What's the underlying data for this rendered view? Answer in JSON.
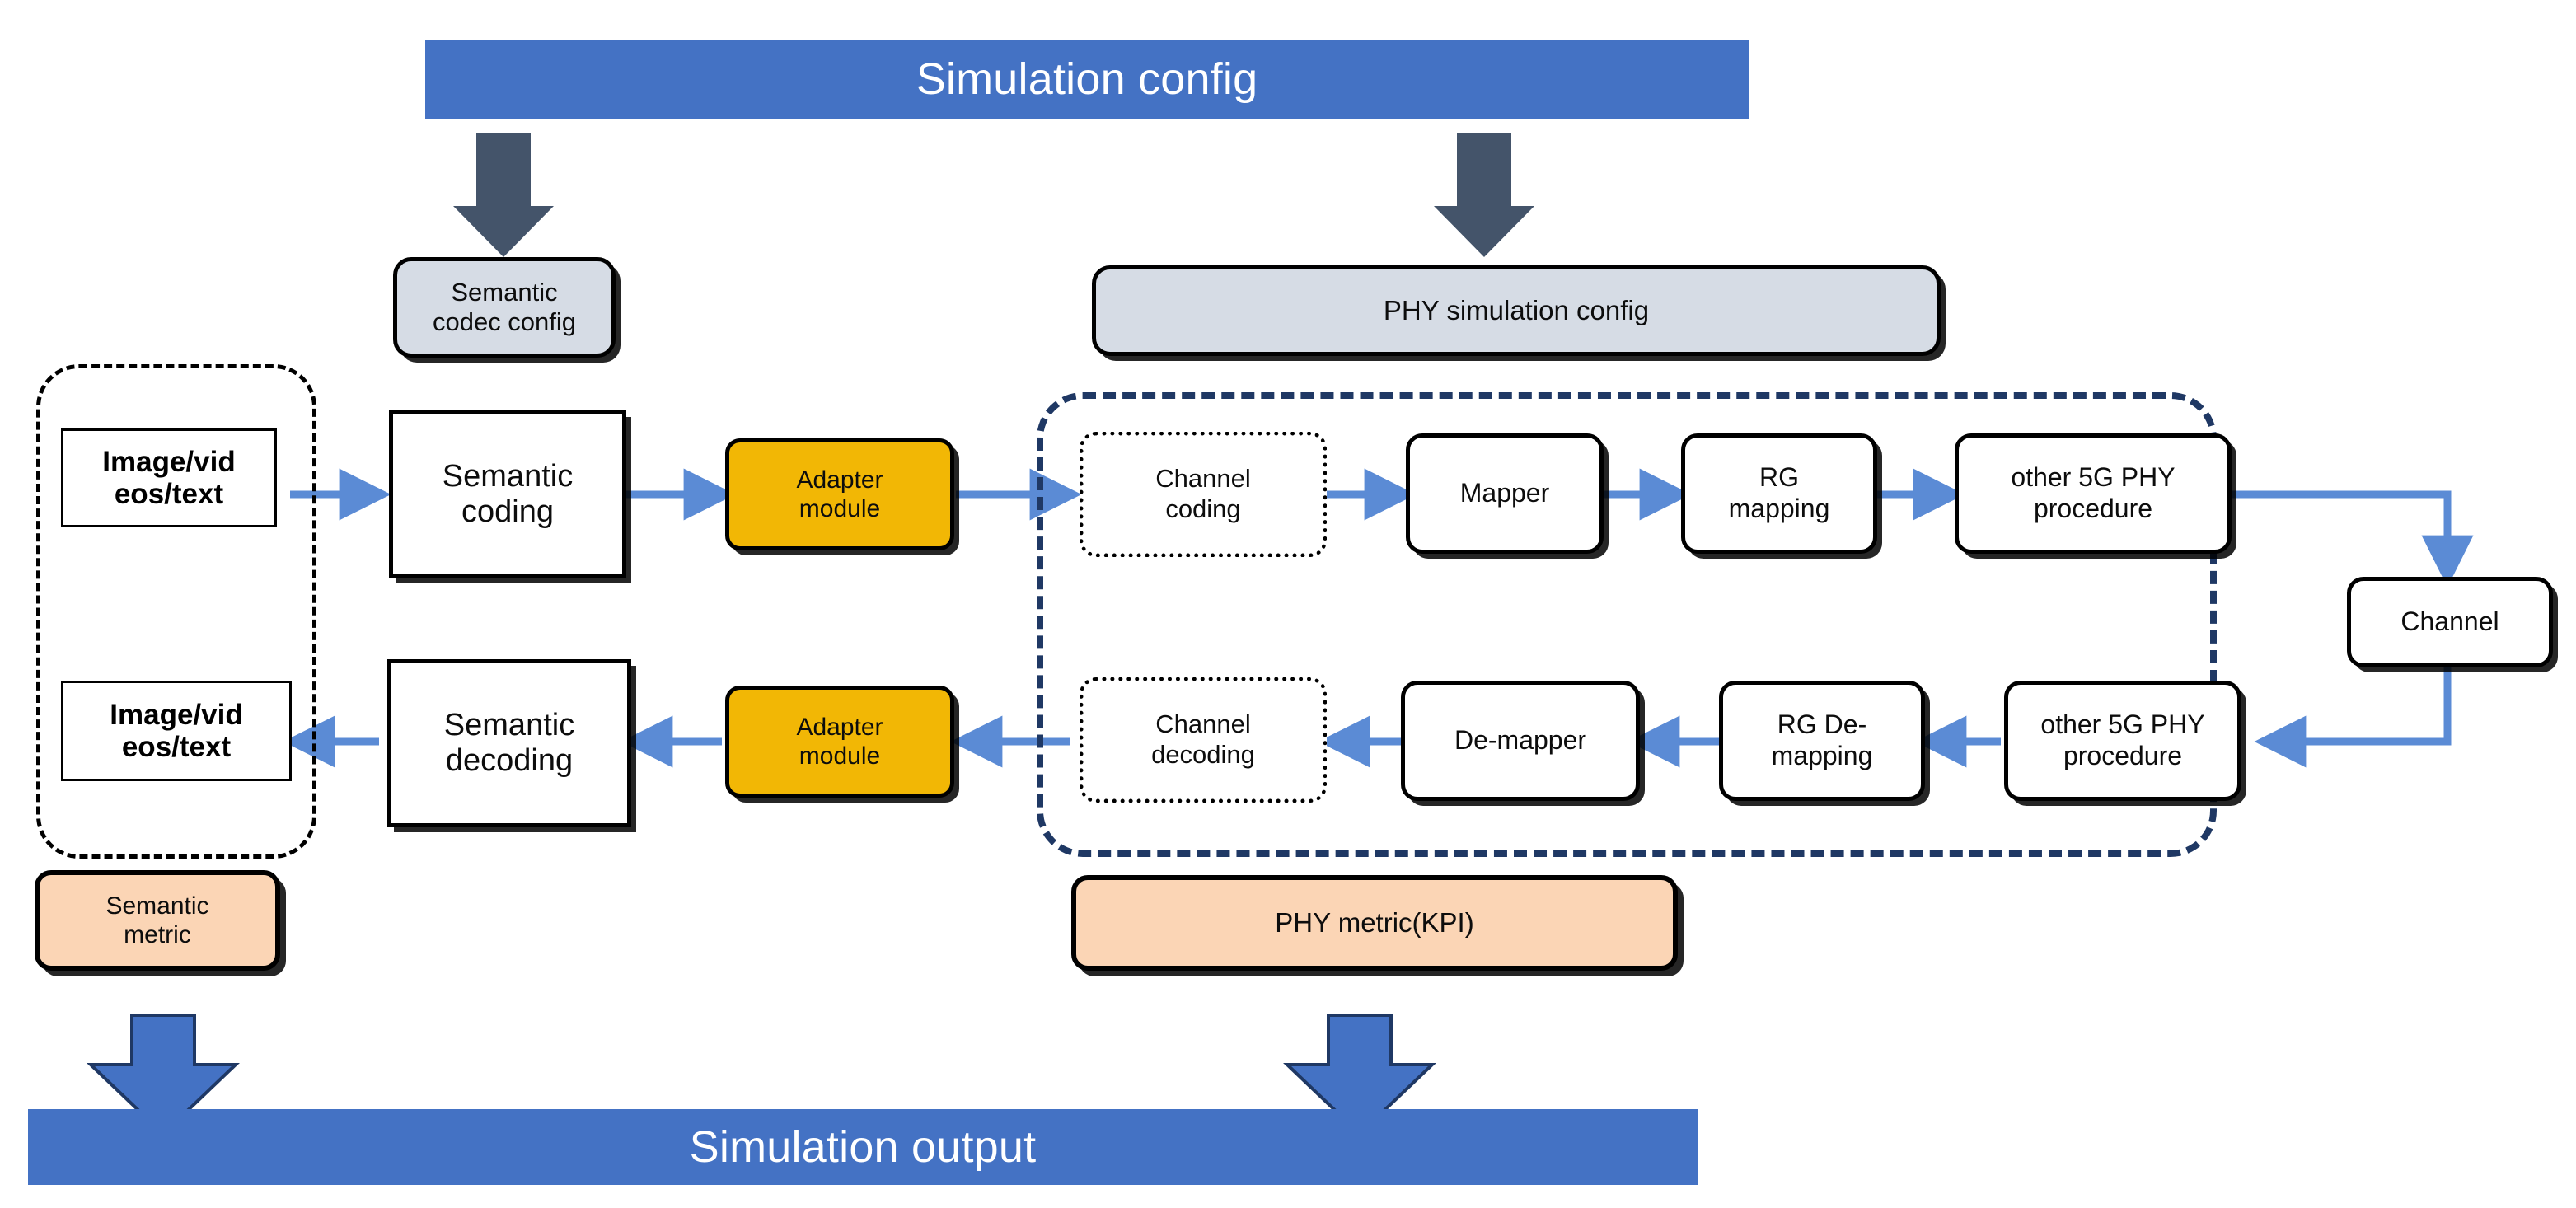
{
  "colors": {
    "banner_blue": "#4472C4",
    "banner_text": "#FFFFFF",
    "config_fill": "#D6DCE5",
    "adapter_yellow": "#F2B705",
    "metric_peach": "#FBD5B5",
    "arrow_blue": "#5B8BD5",
    "thick_arrow_dark": "#44546A",
    "phy_border_navy": "#1F3864",
    "box_border": "#000000"
  },
  "top_banner": {
    "label": "Simulation config"
  },
  "bottom_banner": {
    "label": "Simulation output"
  },
  "config_boxes": {
    "semantic_codec": {
      "line1": "Semantic",
      "line2": "codec config"
    },
    "phy_sim": {
      "label": "PHY simulation config"
    }
  },
  "source_sink": {
    "input": {
      "line1": "Image/vid",
      "line2": "eos/text"
    },
    "output": {
      "line1": "Image/vid",
      "line2": "eos/text"
    }
  },
  "semantic_chain": {
    "coding": {
      "line1": "Semantic",
      "line2": "coding"
    },
    "decoding": {
      "line1": "Semantic",
      "line2": "decoding"
    },
    "adapter_tx": {
      "line1": "Adapter",
      "line2": "module"
    },
    "adapter_rx": {
      "line1": "Adapter",
      "line2": "module"
    }
  },
  "phy_chain_tx": [
    {
      "name": "channel-coding",
      "line1": "Channel",
      "line2": "coding",
      "style": "dotted"
    },
    {
      "name": "mapper",
      "line1": "Mapper",
      "line2": "",
      "style": "solid"
    },
    {
      "name": "rg-mapping",
      "line1": "RG",
      "line2": "mapping",
      "style": "solid"
    },
    {
      "name": "other-5g-phy-procedure",
      "line1": "other 5G PHY",
      "line2": "procedure",
      "style": "solid"
    }
  ],
  "phy_chain_rx": [
    {
      "name": "channel-decoding",
      "line1": "Channel",
      "line2": "decoding",
      "style": "dotted"
    },
    {
      "name": "de-mapper",
      "line1": "De-mapper",
      "line2": "",
      "style": "solid"
    },
    {
      "name": "rg-de-mapping",
      "line1": "RG De-",
      "line2": "mapping",
      "style": "solid"
    },
    {
      "name": "other-5g-phy-procedure-rx",
      "line1": "other 5G PHY",
      "line2": "procedure",
      "style": "solid"
    }
  ],
  "channel": {
    "label": "Channel"
  },
  "metrics": {
    "semantic": {
      "line1": "Semantic",
      "line2": "metric"
    },
    "phy": {
      "label": "PHY metric(KPI)"
    }
  }
}
